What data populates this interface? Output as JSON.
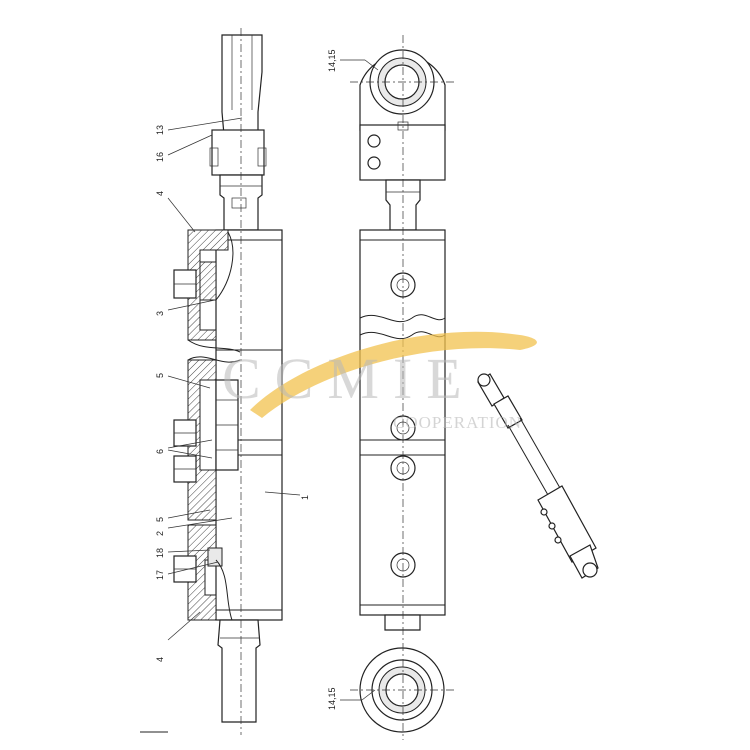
{
  "diagram": {
    "callouts_left": [
      {
        "id": "c13",
        "text": "13"
      },
      {
        "id": "c16",
        "text": "16"
      },
      {
        "id": "c4a",
        "text": "4"
      },
      {
        "id": "c3",
        "text": "3"
      },
      {
        "id": "c5a",
        "text": "5"
      },
      {
        "id": "c6",
        "text": "6"
      },
      {
        "id": "c1",
        "text": "1"
      },
      {
        "id": "c5b",
        "text": "5"
      },
      {
        "id": "c2",
        "text": "2"
      },
      {
        "id": "c18",
        "text": "18"
      },
      {
        "id": "c17",
        "text": "17"
      },
      {
        "id": "c4b",
        "text": "4"
      }
    ],
    "callouts_right": [
      {
        "id": "r1415a",
        "text": "14,15"
      },
      {
        "id": "r1415b",
        "text": "14,15"
      }
    ]
  },
  "watermark": {
    "brand": "CCMIE",
    "subtitle": "COOPERATION",
    "swoosh_color": "#f2c14e",
    "text_color": "#b9b9b9"
  }
}
